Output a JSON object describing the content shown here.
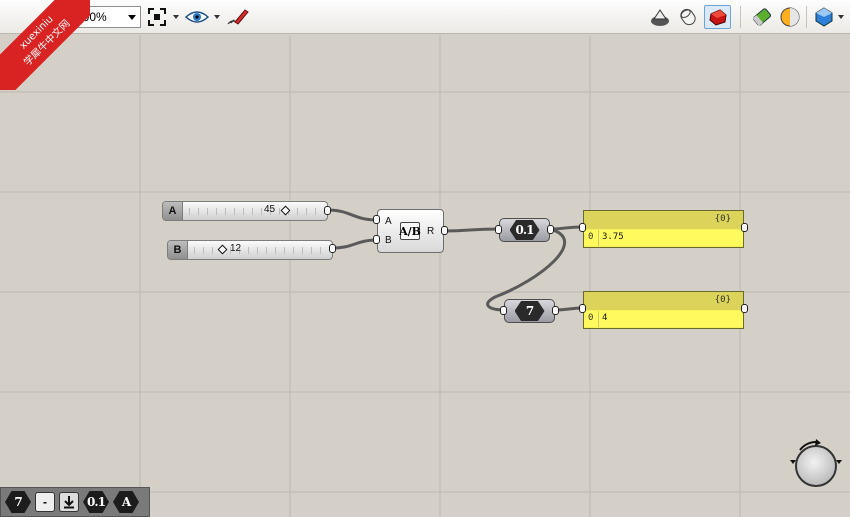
{
  "watermark": {
    "line1": "xuexiniu",
    "line2": "学犀牛中文网"
  },
  "toolbar": {
    "zoom": "100%",
    "icons": [
      "zoom-extents-icon",
      "eye-icon",
      "sketch-pen-icon",
      "preview-shaded-icon",
      "preview-wire-icon",
      "preview-selected-icon",
      "bake-icon",
      "material-icon",
      "render-icon"
    ]
  },
  "slider_a": {
    "label": "A",
    "value": "45"
  },
  "slider_b": {
    "label": "B",
    "value": "12"
  },
  "divide": {
    "in_a": "A",
    "in_b": "B",
    "out": "R",
    "icon": "A/B"
  },
  "number_param": {
    "glyph": "0.1"
  },
  "integer_param": {
    "glyph": "7"
  },
  "panel_top": {
    "path": "{0}",
    "index": "0",
    "value": "3.75"
  },
  "panel_bottom": {
    "path": "{0}",
    "index": "0",
    "value": "4"
  },
  "palette": {
    "integer": "7",
    "minus": "-",
    "number": "0.1",
    "text": "A"
  },
  "colors": {
    "canvas": "#d4d0c8",
    "panel": "#f7ef58",
    "wire": "#555555"
  }
}
